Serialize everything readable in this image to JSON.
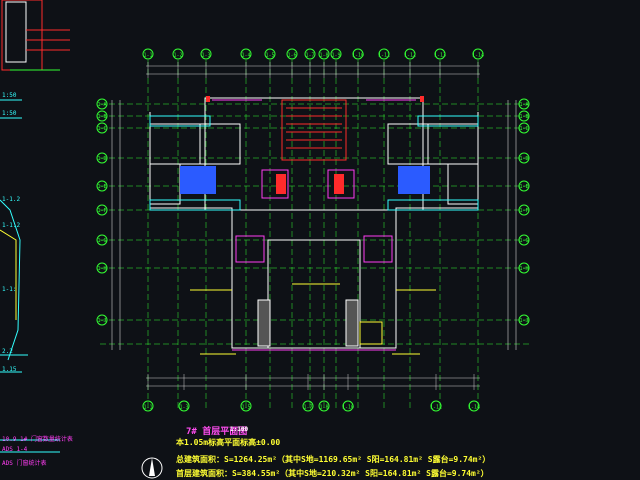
{
  "drawing": {
    "plan_title": "7# 首层平面图",
    "plan_scale": "1:100",
    "note_far_ratio": "本1.05m标高平面标高±0.00",
    "note_total_area": "总建筑面积：S=1264.25m²（其中S地=1169.65m² S阳=164.81m² S露台=9.74m²）",
    "note_first_floor_area": "首层建筑面积：S=384.55m²（其中S地=210.32m² S阳=164.81m² S露台=9.74m²）",
    "axis_labels_top": [
      "1-1",
      "1-2",
      "1-3",
      "1-4",
      "1-5",
      "1-6",
      "1-7",
      "1-8",
      "1-9",
      "1-10",
      "1-11",
      "1-12",
      "1-13",
      "1-14"
    ],
    "axis_labels_bottom": [
      "1-1",
      "1-3",
      "1-5",
      "1-7",
      "1-8",
      "1-10",
      "1-12",
      "1-14"
    ],
    "axis_labels_left": [
      "1-A",
      "1-B",
      "1-C",
      "1-D",
      "1-E",
      "1-F",
      "1-G",
      "1-H",
      "1-J"
    ],
    "axis_labels_right": [
      "1-A",
      "1-B",
      "1-C",
      "1-D",
      "1-E",
      "1-F",
      "1-G",
      "1-H",
      "1-J"
    ],
    "left_fragment_notes": [
      "1:50",
      "1:50",
      "1-1.2",
      "1-1.2",
      "1-1:",
      "2.2",
      "1.15",
      "10.9 1# 门窗数量统计表",
      "ADS 1-4",
      "ADS 门窗统计表"
    ],
    "colors": {
      "background": "#0e1116",
      "axis": "#33ff33",
      "walls": "#ffffff",
      "dims": "#d0d0d0",
      "magenta": "#ff3df2",
      "cyan": "#33ffff",
      "blue": "#2b5bff",
      "red": "#ff2b2b",
      "yellow": "#ffff33"
    }
  }
}
